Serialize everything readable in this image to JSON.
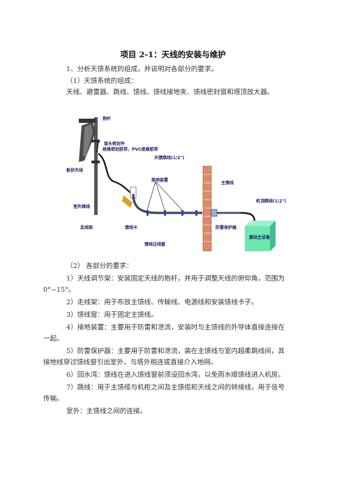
{
  "title": "项目 2-1：天线的安装与维护",
  "intro": {
    "q1": "1、分析天馈系统的组成，并说明对各部分的要求。",
    "h1": "（1）天馈系统的组成：",
    "components": "天线、避雷器、跳线、馈线、馈线接地夹、馈线密封窗和塔顶放大器。"
  },
  "diagram": {
    "labels": {
      "pole": "抱杆",
      "connector_seal": "接头密封件",
      "insulating_tape": "绝缘密封胶带，PVC绝缘胶带",
      "jumper_top": "天馈跳线(1/2\")",
      "panel_antenna": "板状天线",
      "grounding_set": "接地装置",
      "main_feeder": "主馈线",
      "machine_jumper": "机顶跳线(1/2\")",
      "outdoor_feeder": "室外跳线",
      "cable_tray": "走线架",
      "feeder_clip": "馈线卡",
      "arrester": "防雷保护器",
      "base_station": "基站主设备",
      "feeder_window": "馈线过线窗"
    }
  },
  "requirements": {
    "h2": "（2）  各部分的要求：",
    "items": [
      {
        "line1": "1）天线调节架：安装固定天线的抱杆，并用于调整天线的俯仰角，范围为",
        "line2": "0°~15°。"
      },
      {
        "line1": "2）走线架：用于布放主馈线、传输线、电源线和安装馈线卡子。"
      },
      {
        "line1": "3）馈线窗：用于固定主馈线。"
      },
      {
        "line1": "4）接地装置：主要用于防雷和泄流，安装时与主馈线的外导体直接连接在",
        "line2": "一起。"
      },
      {
        "line1": "5）防雷保护器：主要用于防雷和泄流，装在主馈线与室内超柔跳线间，其",
        "line2": "接地线穿过馈线窗引出室外，与塔外相连或直接介入地网。"
      },
      {
        "line1": "6）回水湾：馈线在进入馈线窗前须设回水湾，以免雨水顺馈线进入机房。"
      },
      {
        "line1": "7）跳线：用于主馈缆与机柜之间及主馈缆和天线之间的转接线，用于信号",
        "line2": "传输。"
      }
    ],
    "outdoor": "室外：主馈线之间的连接。"
  }
}
